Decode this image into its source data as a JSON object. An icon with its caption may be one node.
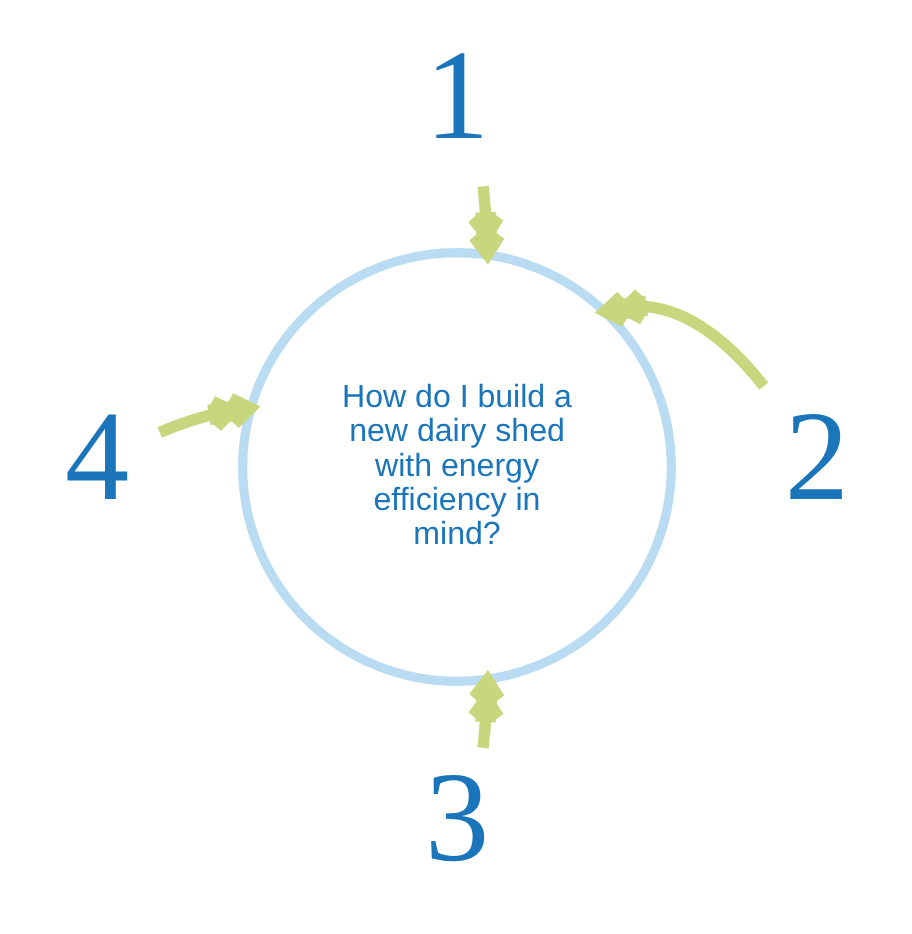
{
  "diagram": {
    "nodes": [
      {
        "text": [
          "1"
        ]
      },
      {
        "text": [
          "4"
        ]
      },
      {
        "text": [
          "How do I build a new dairy shed with energy efficiency in mind?"
        ]
      },
      {
        "text": [
          "2"
        ]
      },
      {
        "text": [
          "3"
        ]
      }
    ],
    "edges": [
      {
        "from": 0,
        "to": 2,
        "arrow": "to"
      },
      {
        "from": 3,
        "to": 2,
        "arrow": "to"
      },
      {
        "from": 4,
        "to": 2,
        "arrow": "to"
      },
      {
        "from": 1,
        "to": 2,
        "arrow": "to"
      }
    ]
  }
}
